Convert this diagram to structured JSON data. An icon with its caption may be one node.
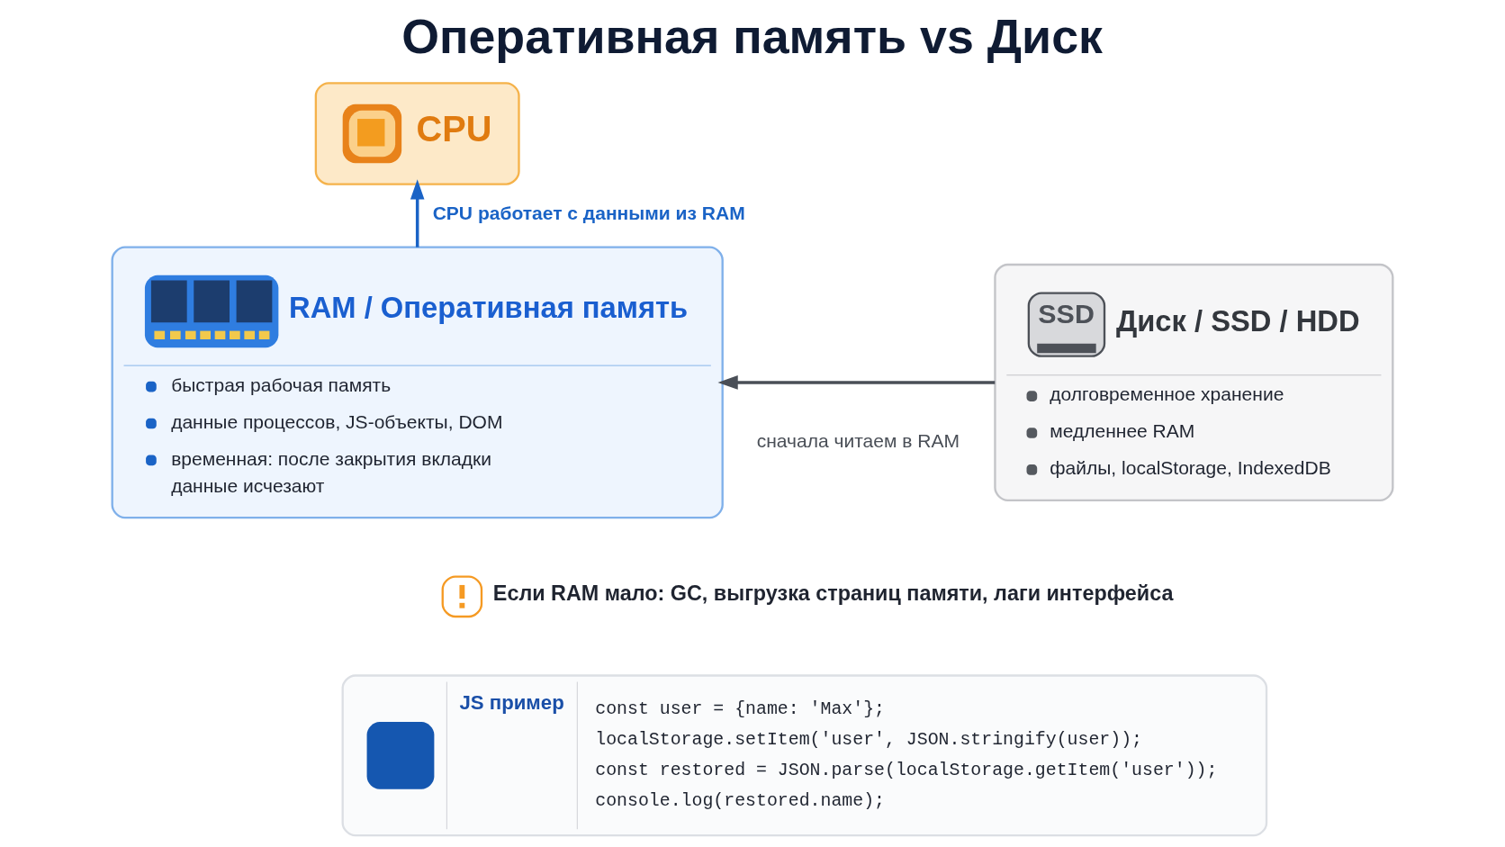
{
  "diagram": {
    "title": "Оперативная память vs Диск",
    "nodes": [
      {
        "text": [
          "CPU"
        ]
      },
      {
        "text": [
          "RAM / Оперативная память",
          "быстрая рабочая память",
          "данные процессов, JS-объекты, DOM",
          "временная: после закрытия вкладки данные исчезают"
        ]
      },
      {
        "text": [
          "SSD",
          "Диск / SSD / HDD",
          "долговременное хранение",
          "медленнее RAM",
          "файлы, localStorage, IndexedDB"
        ]
      },
      {
        "text": [
          "JS пример",
          "const user = {name: 'Max'};",
          "localStorage.setItem('user', JSON.stringify(user));",
          "const restored = JSON.parse(localStorage.getItem('user'));",
          "console.log(restored.name);"
        ]
      }
    ],
    "edges": [
      {
        "from": 1,
        "to": 0,
        "arrow": "to",
        "label": "CPU работает с данными из RAM",
        "color": "#1a63c6"
      },
      {
        "from": 2,
        "to": 1,
        "arrow": "to",
        "label": "сначала читаем в RAM",
        "color": "#4a4f57"
      }
    ],
    "labels": [
      "Если RAM мало: GC, выгрузка страниц памяти, лаги интерфейса"
    ]
  }
}
